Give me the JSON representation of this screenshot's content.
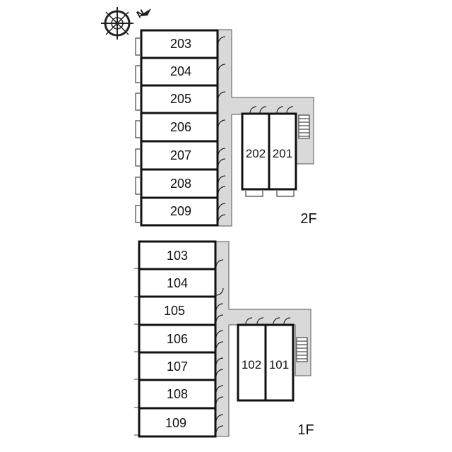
{
  "compass": {
    "icon": "compass-rose-icon",
    "north_label": "N"
  },
  "floors": [
    {
      "id": "2f",
      "label": "2F",
      "units_column": [
        "203",
        "204",
        "205",
        "206",
        "207",
        "208",
        "209"
      ],
      "units_wing": [
        "202",
        "201"
      ]
    },
    {
      "id": "1f",
      "label": "1F",
      "units_column": [
        "103",
        "104",
        "105",
        "106",
        "107",
        "108",
        "109"
      ],
      "units_wing": [
        "102",
        "101"
      ]
    }
  ],
  "colors": {
    "corridor": "#d9d9d9",
    "wall": "#111111",
    "background": "#ffffff"
  }
}
